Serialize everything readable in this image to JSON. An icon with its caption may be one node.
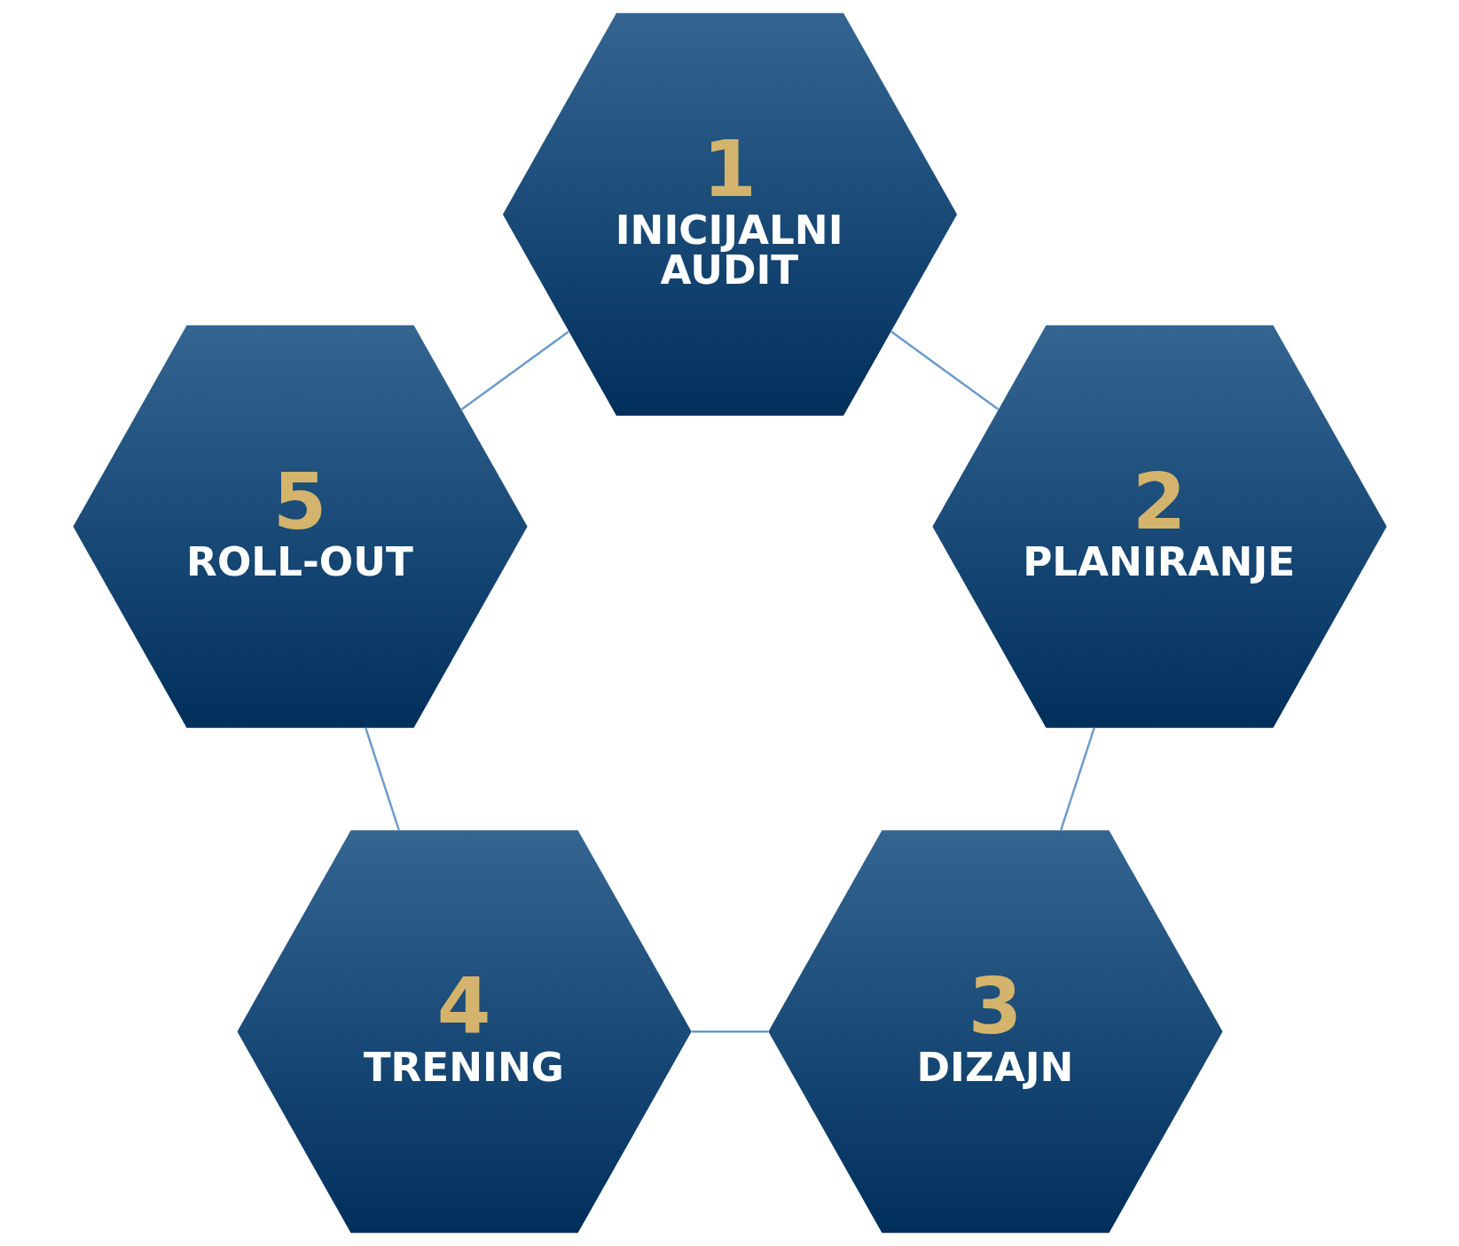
{
  "diagram": {
    "nodes": [
      {
        "text": [
          "1",
          "INICIJALNI AUDIT"
        ]
      },
      {
        "text": [
          "2",
          "PLANIRANJE"
        ]
      },
      {
        "text": [
          "3",
          "DIZAJN"
        ]
      },
      {
        "text": [
          "4",
          "TRENING"
        ]
      },
      {
        "text": [
          "5",
          "ROLL-OUT"
        ]
      }
    ],
    "edges": [
      {
        "from": 0,
        "to": 1,
        "arrow": "none"
      },
      {
        "from": 1,
        "to": 2,
        "arrow": "none"
      },
      {
        "from": 2,
        "to": 3,
        "arrow": "none"
      },
      {
        "from": 3,
        "to": 4,
        "arrow": "none"
      },
      {
        "from": 4,
        "to": 0,
        "arrow": "none"
      }
    ]
  }
}
